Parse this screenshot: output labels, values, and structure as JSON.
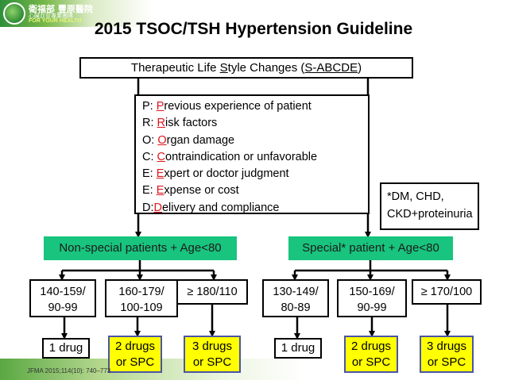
{
  "logo": {
    "line1": "衛福部 豐原醫院",
    "line2": "心臟血管專業團隊",
    "line3": "FOR YOUR HEALTH"
  },
  "title": "2015 TSOC/TSH Hypertension Guideline",
  "tlc": {
    "pre": "Therapeutic Life ",
    "s_letter": "S",
    "mid": "tyle Changes (",
    "code": "S-ABCDE",
    "post": ")"
  },
  "psro": [
    {
      "prefix": "P: ",
      "letter": "P",
      "rest": "revious experience of patient"
    },
    {
      "prefix": "R: ",
      "letter": "R",
      "rest": "isk factors"
    },
    {
      "prefix": "O: ",
      "letter": "O",
      "rest": "rgan damage"
    },
    {
      "prefix": "C: ",
      "letter": "C",
      "rest": "ontraindication or unfavorable"
    },
    {
      "prefix": "E: ",
      "letter": "E",
      "rest": "xpert or doctor judgment"
    },
    {
      "prefix": "E: ",
      "letter": "E",
      "rest": "xpense or cost"
    },
    {
      "prefix": "D:",
      "letter": "D",
      "rest": "elivery and compliance"
    }
  ],
  "note": {
    "line1": "*DM, CHD,",
    "line2": "CKD+proteinuria"
  },
  "groups": {
    "non_special": "Non-special patients + Age<80",
    "special": "Special* patient + Age<80"
  },
  "bp_ranges": {
    "ns1": {
      "line1": "140-159/",
      "line2": "90-99"
    },
    "ns2": {
      "line1": "160-179/",
      "line2": "100-109"
    },
    "ns3": {
      "line1": "≥ 180/110"
    },
    "sp1": {
      "line1": "130-149/",
      "line2": "80-89"
    },
    "sp2": {
      "line1": "150-169/",
      "line2": "90-99"
    },
    "sp3": {
      "line1": "≥ 170/100"
    }
  },
  "treatments": {
    "one_drug": "1 drug",
    "two_drugs": {
      "line1": "2 drugs",
      "line2": "or SPC"
    },
    "three_drugs": {
      "line1": "3 drugs",
      "line2": "or SPC"
    }
  },
  "citation": "JFMA 2015;114(10): 740–773",
  "colors": {
    "green": "#18c47e",
    "yellow": "#ffff00",
    "yellow_border": "#4a54a6",
    "red": "#e0141e"
  }
}
